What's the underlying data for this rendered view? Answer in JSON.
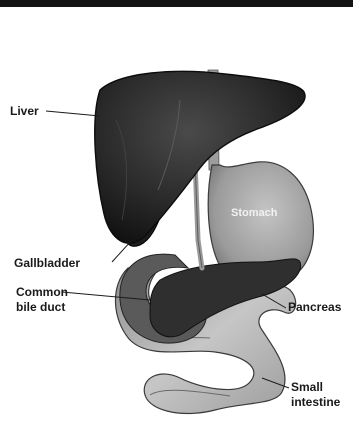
{
  "diagram": {
    "labels": {
      "liver": "Liver",
      "gallbladder": "Gallbladder",
      "common_bile_duct_line1": "Common",
      "common_bile_duct_line2": "bile duct",
      "pancreas": "Pancreas",
      "small_intestine_line1": "Small",
      "small_intestine_line2": "intestine",
      "stomach": "Stomach"
    },
    "colors": {
      "liver": "#2e2e2e",
      "stomach": "#a6a6a6",
      "pancreas": "#3a3a3a",
      "intestine": "#b5b5b5",
      "duct": "#8c8c8c",
      "ink": "#1a1a1a"
    }
  }
}
